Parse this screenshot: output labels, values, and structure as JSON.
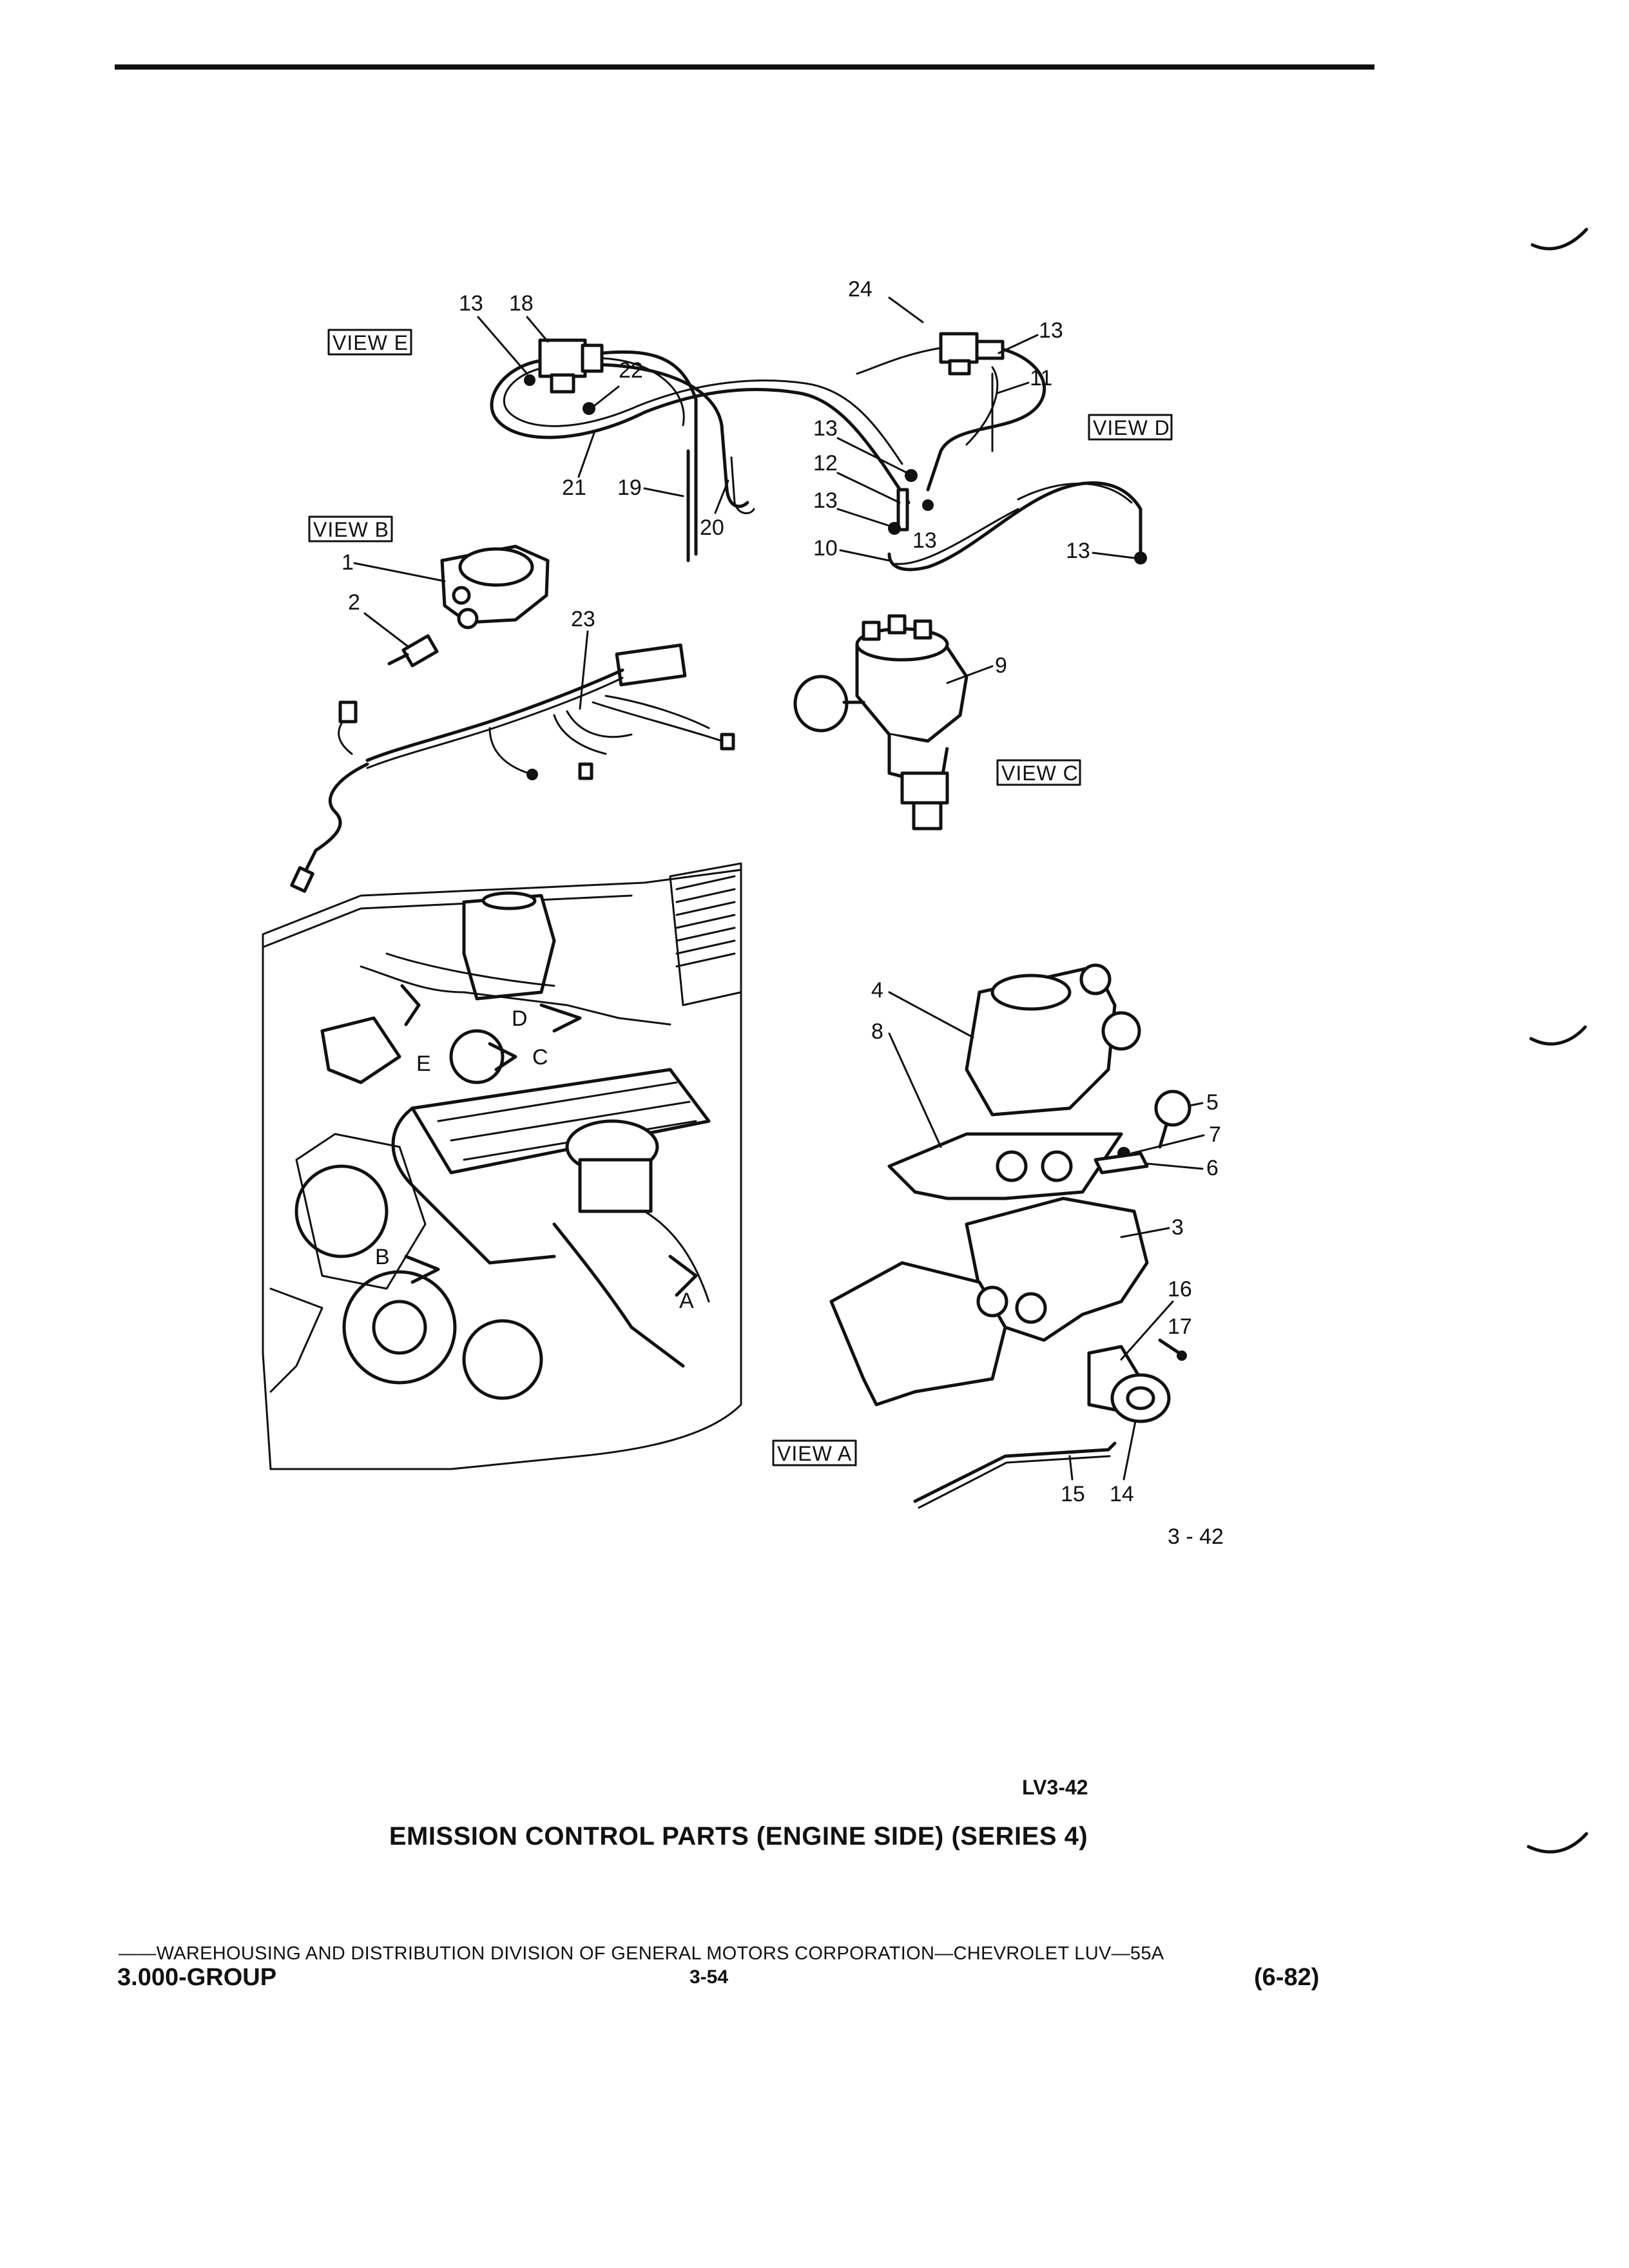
{
  "views": {
    "a": "VIEW A",
    "b": "VIEW B",
    "c": "VIEW C",
    "d": "VIEW D",
    "e": "VIEW E"
  },
  "callouts": {
    "c1": "1",
    "c2": "2",
    "c3": "3",
    "c4": "4",
    "c5": "5",
    "c6": "6",
    "c7": "7",
    "c8": "8",
    "c9": "9",
    "c10": "10",
    "c11": "11",
    "c12": "12",
    "c13a": "13",
    "c13b": "13",
    "c13c": "13",
    "c13d": "13",
    "c13e": "13",
    "c13f": "13",
    "c14": "14",
    "c15": "15",
    "c16": "16",
    "c17": "17",
    "c18": "18",
    "c19": "19",
    "c20": "20",
    "c21": "21",
    "c22": "22",
    "c23": "23",
    "c24": "24"
  },
  "engine_letters": {
    "a": "A",
    "b": "B",
    "c": "C",
    "d": "D",
    "e": "E"
  },
  "figure_number": "3 - 42",
  "illustration_id": "LV3-42",
  "title": "EMISSION CONTROL PARTS (ENGINE SIDE) (SERIES 4)",
  "footer": {
    "division_line": "——WAREHOUSING AND DISTRIBUTION  DIVISION OF GENERAL MOTORS CORPORATION—CHEVROLET LUV—55A",
    "group": "3.000-GROUP",
    "page": "3-54",
    "date": "(6-82)"
  }
}
